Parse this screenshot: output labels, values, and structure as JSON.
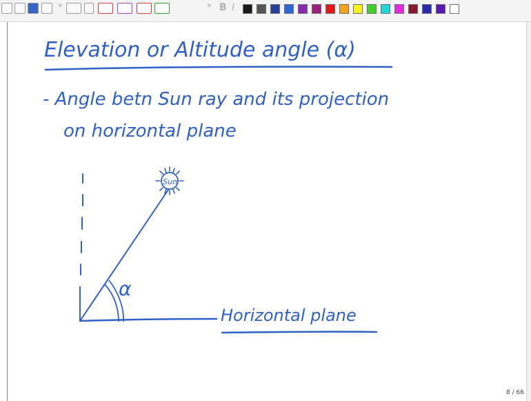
{
  "toolbar": {
    "icons": [
      "page-icon",
      "page-add-icon",
      "save-icon",
      "image-icon",
      "pen-icon",
      "pen-dropdown-icon",
      "highlighter-icon",
      "eraser-icon",
      "lasso-icon",
      "insert-space-icon",
      "bold-icon",
      "italic-icon"
    ],
    "bold_label": "B",
    "italic_label": "I",
    "overflow_label": "»",
    "colors": [
      "#1a1a1a",
      "#555555",
      "#2a3f9a",
      "#2a68d8",
      "#8a2ab0",
      "#9c1f7a",
      "#e01818",
      "#f2a21b",
      "#f6f21b",
      "#40d028",
      "#22d6d6",
      "#e02ce0",
      "#8a1a30",
      "#2a2ab0",
      "#5a1ab0",
      "#ffffff"
    ]
  },
  "notes": {
    "title": "Elevation or Altitude angle (α)",
    "line1": "- Angle betn Sun ray and its projection",
    "line2": "on horizontal plane",
    "sun_label": "Sun",
    "angle_label": "α",
    "horizontal_label": "Horizontal plane"
  },
  "page_indicator": "8 / 66",
  "ink_color": "#2e60c9"
}
